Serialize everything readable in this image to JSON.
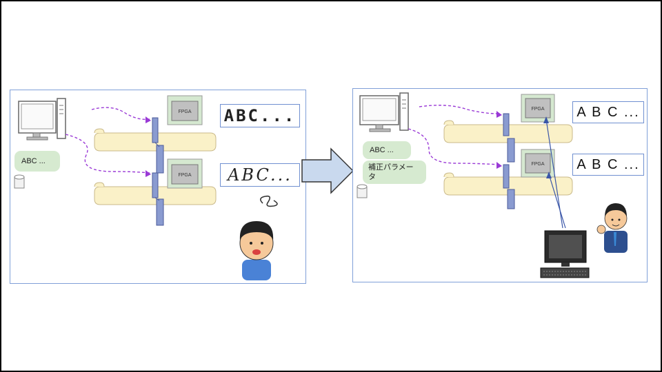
{
  "left_panel": {
    "bubble_text": "ABC ...",
    "fpga_label": "FPGA",
    "output_top": "ABC...",
    "output_bottom": "ABC..."
  },
  "right_panel": {
    "bubble_text": "ABC ...",
    "param_bubble_text": "補正パラメータ",
    "fpga_label": "FPGA",
    "output_top": "A B C ...",
    "output_bottom": "A B C ..."
  },
  "colors": {
    "panel_border": "#7f9fd8",
    "bubble": "#d6ead0",
    "fpga_outer": "#d5e8d0",
    "fpga_inner": "#c0c0c0",
    "scroll": "#faf1c8",
    "dashed_arrow": "#9a3ad6",
    "head_connector": "#5a6fb0",
    "big_arrow": "#c9d9ee"
  },
  "icons": [
    "desktop-computer-icon",
    "database-cylinder-icon",
    "print-head-icon",
    "worried-man-icon",
    "confident-man-icon",
    "computer-terminal-icon",
    "keyboard-icon",
    "block-arrow-right-icon"
  ]
}
